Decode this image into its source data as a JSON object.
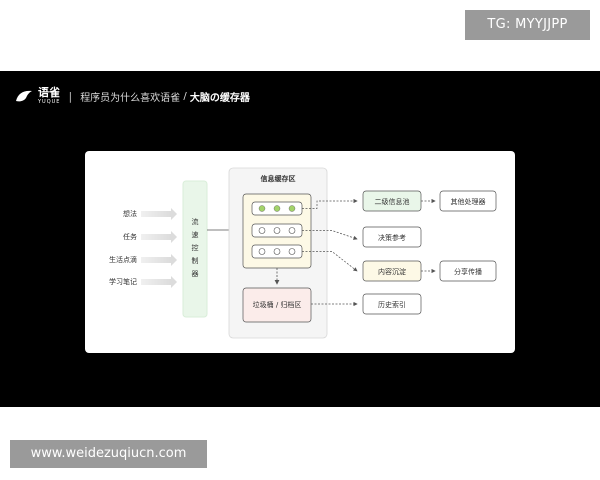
{
  "watermark_top": "TG: MYYJJPP",
  "watermark_bottom": "www.weidezuqiucn.com",
  "header": {
    "logo_main": "语雀",
    "logo_sub": "YUQUE",
    "separator": "|",
    "breadcrumb_parent": "程序员为什么喜欢语雀",
    "breadcrumb_slash": " / ",
    "breadcrumb_current": "大脑の缓存器"
  },
  "diagram": {
    "inputs": [
      "想法",
      "任务",
      "生活点滴",
      "学习笔记"
    ],
    "controller": [
      "流",
      "速",
      "控",
      "制",
      "器"
    ],
    "cache_title": "信息缓存区",
    "trash_label": "垃圾桶 / 归档区",
    "outputs_middle": [
      "二级信息池",
      "决策参考",
      "内容沉淀",
      "历史索引"
    ],
    "outputs_right": [
      "其他处理器",
      "分享传播"
    ]
  },
  "colors": {
    "green_fill": "#e9f6e9",
    "green_stroke": "#cfe8cf",
    "yellow_fill": "#fdf9e6",
    "yellow_stroke": "#e5d78e",
    "pink_fill": "#fbecea",
    "pink_stroke": "#e8c7c2",
    "gray_fill": "#f5f5f5",
    "gray_stroke": "#d8d8d8",
    "dot_green": "#a3d36a"
  }
}
